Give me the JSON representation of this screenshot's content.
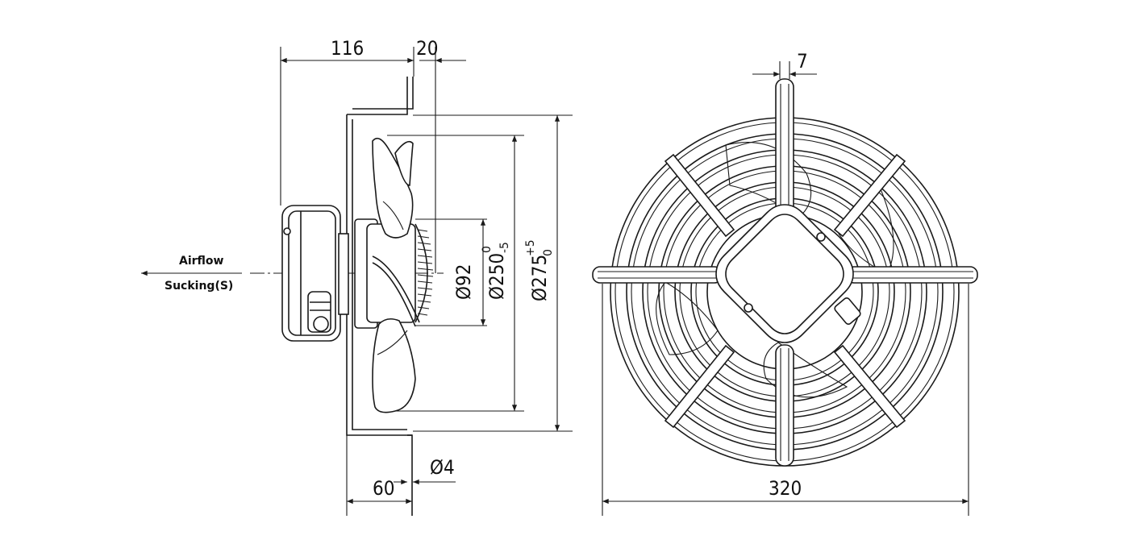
{
  "labels": {
    "airflow": "Airflow",
    "sucking": "Sucking(S)"
  },
  "dimensions": {
    "d116": "116",
    "d20": "20",
    "d7": "7",
    "d60": "60",
    "phi4": "Ø4",
    "phi92": "Ø92",
    "phi250": "Ø250",
    "phi250_tol_upper": "0",
    "phi250_tol_lower": "-5",
    "phi275": "Ø275",
    "phi275_tol_upper": "+5",
    "phi275_tol_lower": "0",
    "d320": "320"
  },
  "colors": {
    "line": "#1a1a1a",
    "background": "#ffffff"
  }
}
